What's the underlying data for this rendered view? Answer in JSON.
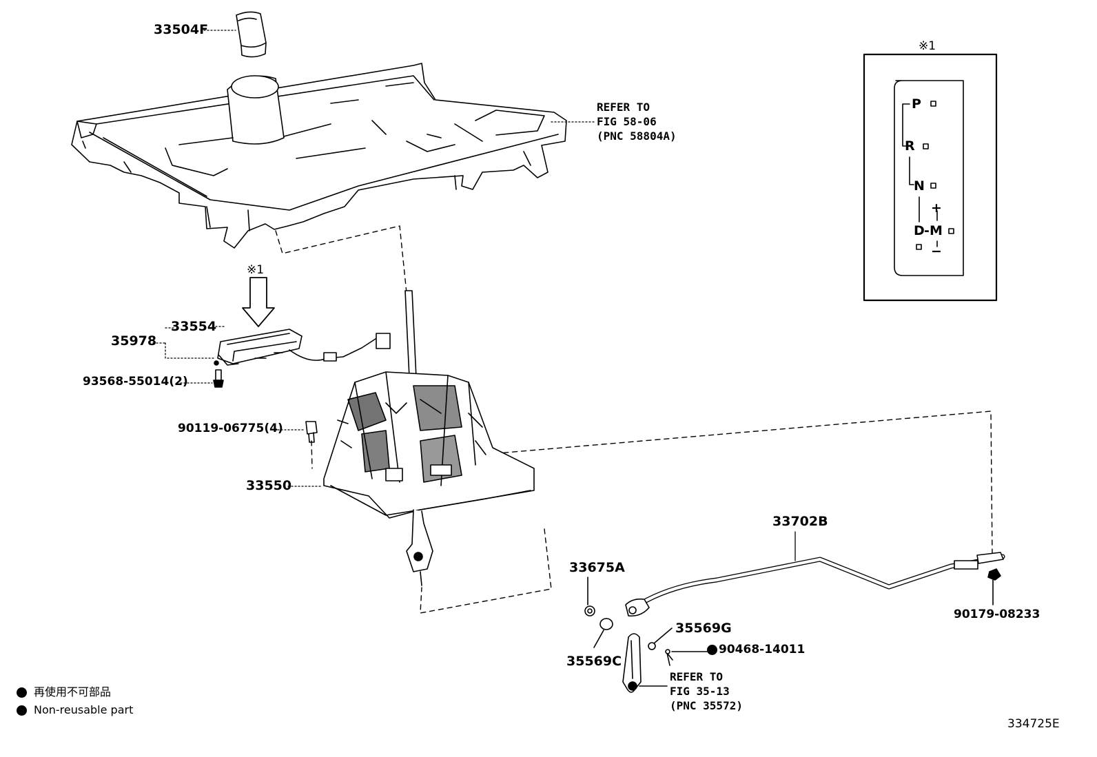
{
  "parts": {
    "p33504F": "33504F",
    "p35978": "35978",
    "p33554": "33554",
    "p93568": "93568-55014(2)",
    "p90119": "90119-06775(4)",
    "p33550": "33550",
    "p33702B": "33702B",
    "p33675A": "33675A",
    "p35569C": "35569C",
    "p35569G": "35569G",
    "p90468": "90468-14011",
    "p90179": "90179-08233"
  },
  "refs": {
    "ref1": "REFER TO\nFIG 58-06\n(PNC 58804A)",
    "ref2": "REFER TO\nFIG 35-13\n(PNC 35572)"
  },
  "note_mark": "※1",
  "gate": {
    "P": "P",
    "R": "R",
    "N": "N",
    "D": "D",
    "dash": "-",
    "M": "M",
    "plus": "+",
    "minus": "−"
  },
  "legend": {
    "jp": "再使用不可部品",
    "en": "Non-reusable part"
  },
  "diagram_code": "334725E"
}
